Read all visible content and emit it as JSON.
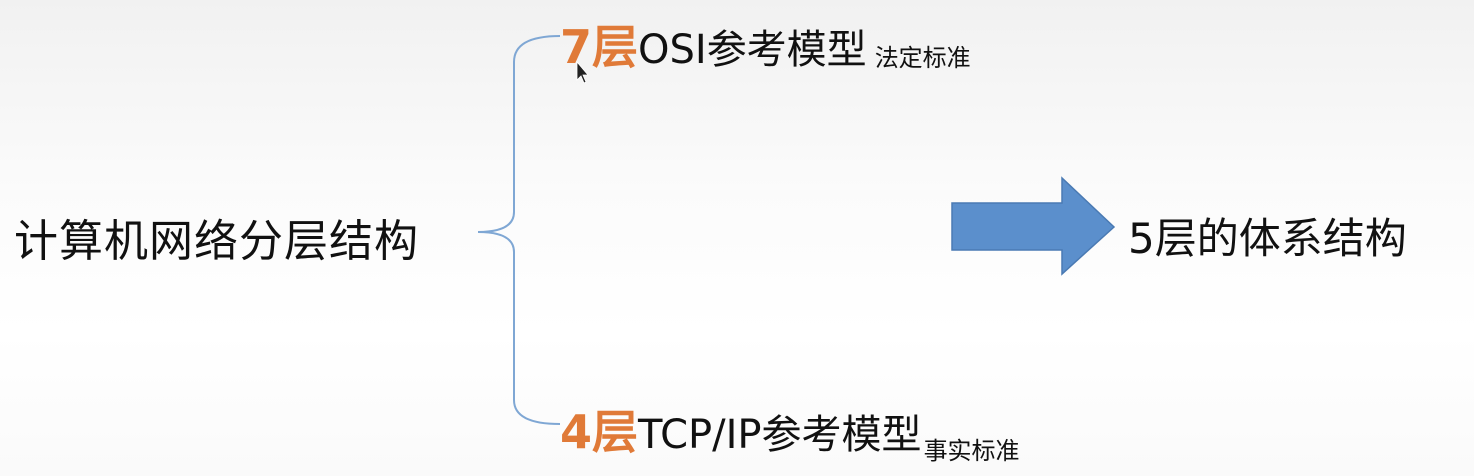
{
  "root": {
    "label": "计算机网络分层结构"
  },
  "branches": {
    "osi": {
      "layers": "7层",
      "model": "OSI参考模型",
      "note": "法定标准"
    },
    "tcpip": {
      "layers": "4层",
      "model": " TCP/IP参考模型",
      "note": "事实标准"
    }
  },
  "result": {
    "label": "5层的体系结构"
  },
  "colors": {
    "layer_number": "#e07a38",
    "bracket": "#7fa7d4",
    "arrow_fill": "#5b8fcc",
    "arrow_stroke": "#4a7ab3",
    "text": "#111111"
  },
  "icons": {
    "cursor": "mouse-pointer-icon"
  }
}
